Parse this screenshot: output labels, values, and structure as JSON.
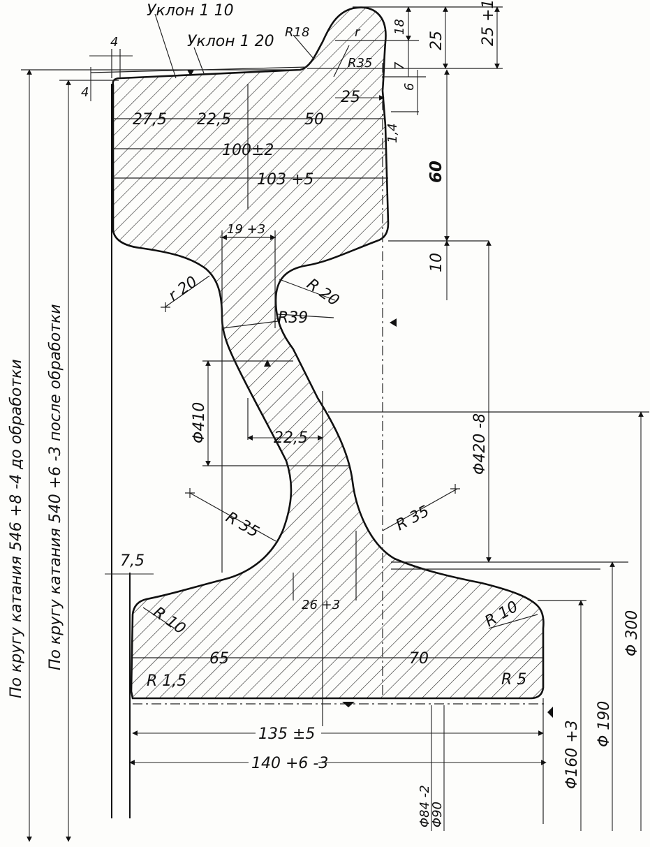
{
  "notes": {
    "slope_10": "Уклон 1 10",
    "slope_20": "Уклон 1 20",
    "before_machining": "По кругу катания 546 +8 -4 до обработки",
    "after_machining": "По кругу катания 540 +6 -3 после обработки"
  },
  "dims": {
    "top_4": "4",
    "left_4": "4",
    "w_27_5": "27,5",
    "w_22_5": "22,5",
    "w_50": "50",
    "w_25": "25",
    "w_100": "100±2",
    "w_103": "103 +5",
    "r18": "R18",
    "r35_top": "R35",
    "r_flange": "r",
    "h18": "18",
    "h25": "25",
    "h25b": "25 +1",
    "h7": "7",
    "h6": "6",
    "h1_4": "1,4",
    "h60": "60",
    "h10": "10",
    "w19": "19 +3",
    "r20_left": "r 20",
    "r20_right": "R 20",
    "r39": "R39",
    "d410": "Φ410",
    "w22_5_mid": "22,5",
    "d420": "Φ420 -8",
    "r35_left": "R 35",
    "r35_right": "R 35",
    "w7_5": "7,5",
    "r10_left": "R 10",
    "r10_right": "R 10",
    "w26": "26 +3",
    "w65": "65",
    "w70": "70",
    "r1_5": "R 1,5",
    "r5": "R 5",
    "w135": "135 ±5",
    "w140": "140 +6 -3",
    "d84": "Φ84 -2",
    "d90": "Φ90",
    "d160": "Φ160 +3",
    "d190": "Φ 190",
    "d300": "Φ 300"
  }
}
